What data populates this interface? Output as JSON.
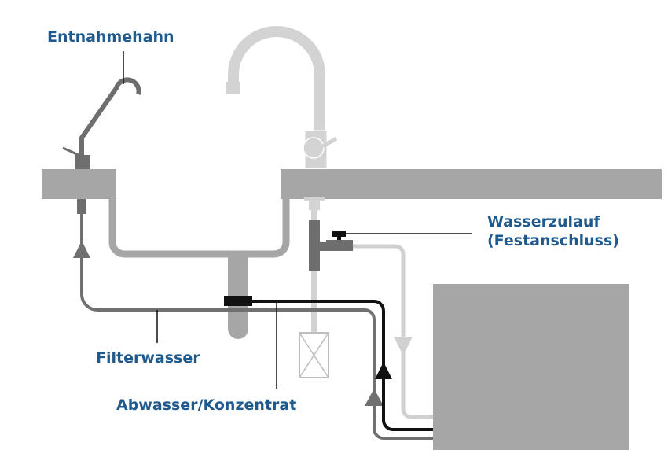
{
  "title": "Umkehrosmose-Anlage Installationsschema",
  "labels": {
    "tap": "Entnahmehahn",
    "water_inlet_line1": "Wasserzulauf",
    "water_inlet_line2": "(Festanschluss)",
    "filtered_water": "Filterwasser",
    "waste_water": "Abwasser/Konzentrat"
  },
  "colors": {
    "label_text": "#1f5a8e",
    "countertop": "#a6a6a6",
    "sink": "#a6a6a6",
    "faucet_main": "#d3d3d3",
    "filtered_line": "#707070",
    "waste_line": "#111111",
    "inlet_line": "#d0d0d0",
    "fittings": "#6e6e6e",
    "unit_box": "#a6a6a6"
  }
}
